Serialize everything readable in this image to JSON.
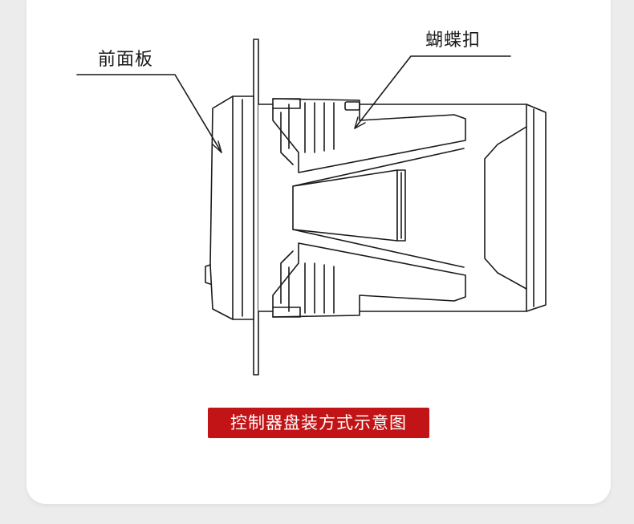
{
  "labels": {
    "front_panel": "前面板",
    "butterfly_clip": "蝴蝶扣"
  },
  "caption": "控制器盘装方式示意图",
  "colors": {
    "caption_bg": "#c21416",
    "line": "#1a1a1a",
    "card_bg": "#ffffff",
    "page_bg": "#ececec"
  }
}
